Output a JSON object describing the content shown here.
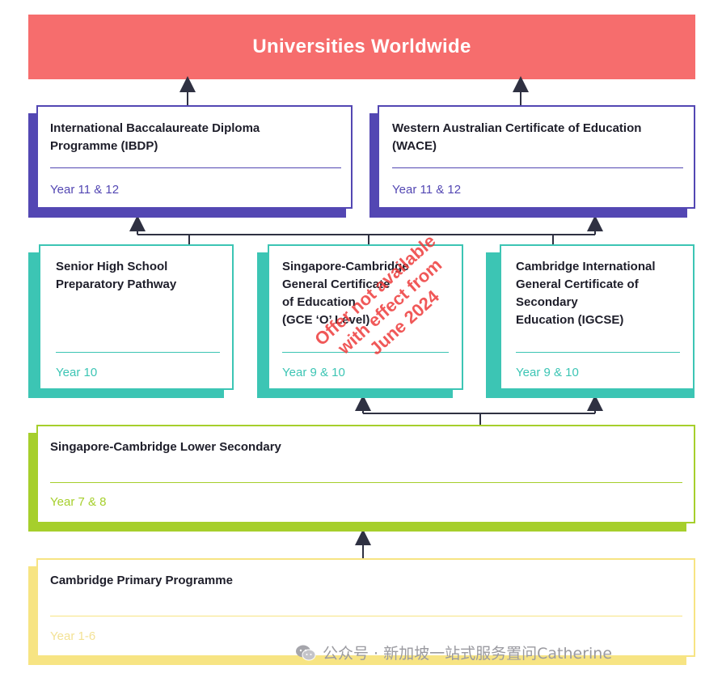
{
  "banner": {
    "title": "Universities Worldwide"
  },
  "colors": {
    "banner": "#f66d6d",
    "purple": "#5347b3",
    "teal": "#3cc5b4",
    "green": "#a6cf2c",
    "yellow": "#f7e483",
    "connector": "#2f3142",
    "stamp": "#ee3b3b"
  },
  "tiers": {
    "senior": [
      {
        "title": "International Baccalaureate Diploma\nProgramme (IBDP)",
        "years": "Year 11 & 12"
      },
      {
        "title": "Western Australian Certificate of Education\n(WACE)",
        "years": "Year 11 & 12"
      }
    ],
    "middle": [
      {
        "title": "Senior High School\nPreparatory Pathway",
        "years": "Year 10"
      },
      {
        "title": "Singapore-Cambridge\nGeneral Certificate\nof Education\n(GCE ‘O’ Level)",
        "years": "Year 9 & 10"
      },
      {
        "title": "Cambridge International\nGeneral Certificate of\nSecondary\nEducation (IGCSE)",
        "years": "Year 9 & 10"
      }
    ],
    "lower": {
      "title": "Singapore-Cambridge Lower Secondary",
      "years": "Year 7 & 8"
    },
    "primary": {
      "title": "Cambridge Primary Programme",
      "years": "Year 1-6"
    }
  },
  "stamp": {
    "lines": [
      "Offer not available",
      "with effect from",
      "June 2024"
    ]
  },
  "watermark": {
    "text": "公众号 · 新加坡一站式服务置问Catherine",
    "icon": "wechat-icon"
  }
}
